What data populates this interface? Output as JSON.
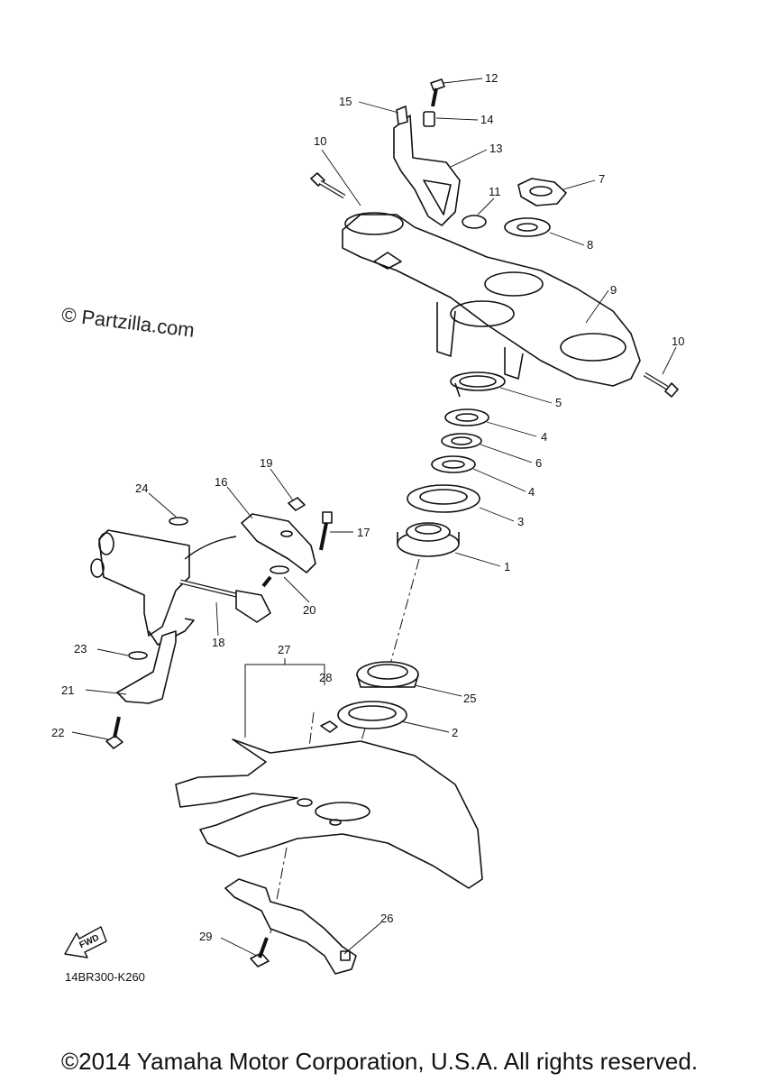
{
  "watermark": "© Partzilla.com",
  "figure_code": "14BR300-K260",
  "copyright": "©2014 Yamaha Motor Corporation, U.S.A. All rights reserved.",
  "fwd_label": "FWD",
  "callouts": [
    {
      "id": "12",
      "text": "12"
    },
    {
      "id": "15",
      "text": "15"
    },
    {
      "id": "14",
      "text": "14"
    },
    {
      "id": "13",
      "text": "13"
    },
    {
      "id": "10a",
      "text": "10"
    },
    {
      "id": "11",
      "text": "11"
    },
    {
      "id": "7",
      "text": "7"
    },
    {
      "id": "8",
      "text": "8"
    },
    {
      "id": "9",
      "text": "9"
    },
    {
      "id": "10b",
      "text": "10"
    },
    {
      "id": "5",
      "text": "5"
    },
    {
      "id": "4a",
      "text": "4"
    },
    {
      "id": "6",
      "text": "6"
    },
    {
      "id": "4b",
      "text": "4"
    },
    {
      "id": "3",
      "text": "3"
    },
    {
      "id": "1",
      "text": "1"
    },
    {
      "id": "19",
      "text": "19"
    },
    {
      "id": "16",
      "text": "16"
    },
    {
      "id": "24",
      "text": "24"
    },
    {
      "id": "17",
      "text": "17"
    },
    {
      "id": "20",
      "text": "20"
    },
    {
      "id": "18",
      "text": "18"
    },
    {
      "id": "27",
      "text": "27"
    },
    {
      "id": "28",
      "text": "28"
    },
    {
      "id": "23",
      "text": "23"
    },
    {
      "id": "21",
      "text": "21"
    },
    {
      "id": "22",
      "text": "22"
    },
    {
      "id": "25",
      "text": "25"
    },
    {
      "id": "2",
      "text": "2"
    },
    {
      "id": "26",
      "text": "26"
    },
    {
      "id": "29",
      "text": "29"
    }
  ]
}
